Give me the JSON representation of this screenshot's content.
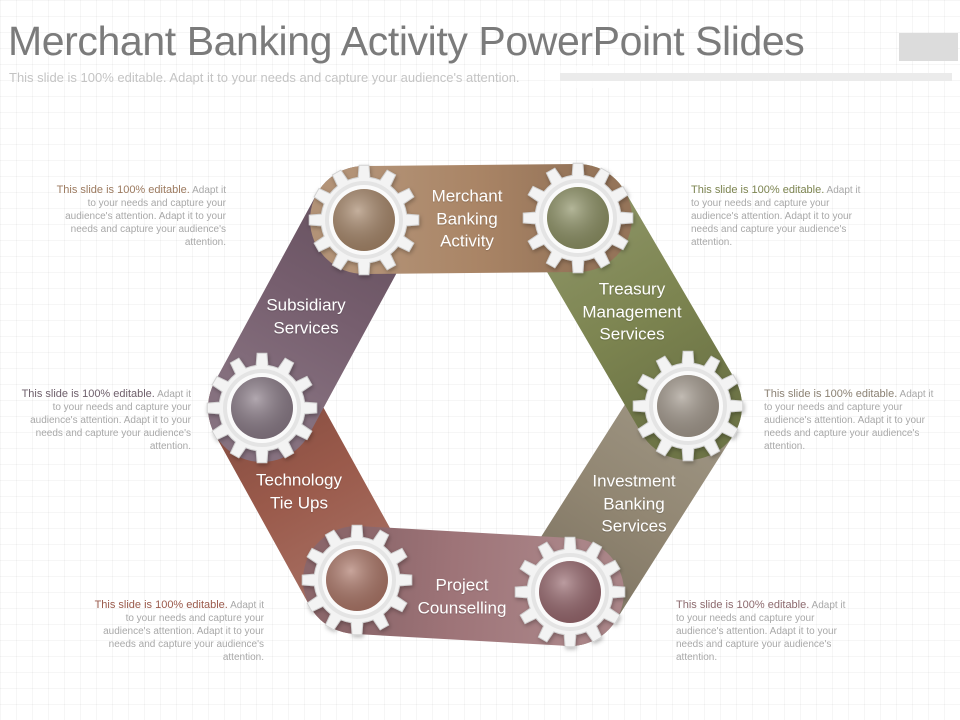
{
  "header": {
    "title": "Merchant Banking Activity PowerPoint Slides",
    "subtitle": "This slide is 100% editable. Adapt it to your needs and capture your audience's attention."
  },
  "segments": [
    {
      "label": "Merchant\nBanking\nActivity",
      "color": "#a98465"
    },
    {
      "label": "Treasury\nManagement\nServices",
      "color": "#7c8450"
    },
    {
      "label": "Investment\nBanking\nServices",
      "color": "#918672"
    },
    {
      "label": "Project\nCounselling",
      "color": "#9e7478"
    },
    {
      "label": "Technology\nTie Ups",
      "color": "#9a5a4b"
    },
    {
      "label": "Subsidiary\nServices",
      "color": "#765e6e"
    }
  ],
  "gear_hubs": [
    {
      "name": "gear-top-left",
      "color": "#a58568"
    },
    {
      "name": "gear-top-right",
      "color": "#8b8f62"
    },
    {
      "name": "gear-right",
      "color": "#a1978b"
    },
    {
      "name": "gear-bottom-right",
      "color": "#96666c"
    },
    {
      "name": "gear-bottom-left",
      "color": "#ab7566"
    },
    {
      "name": "gear-left",
      "color": "#887985"
    }
  ],
  "notes": [
    {
      "lead": "This slide is 100% editable.",
      "body": " Adapt it to your needs and capture your audience's attention. Adapt it to your needs and capture your audience's attention.",
      "lead_color": "#9c7a5f"
    },
    {
      "lead": "This slide is 100% editable.",
      "body": " Adapt it to your needs and capture your audience's attention. Adapt it to your needs and capture your audience's attention.",
      "lead_color": "#7c8450"
    },
    {
      "lead": "This slide is 100% editable.",
      "body": " Adapt it to your needs and capture your audience's attention. Adapt it to your needs and capture your audience's attention.",
      "lead_color": "#6e5f6b"
    },
    {
      "lead": "This slide is 100% editable.",
      "body": " Adapt it to your needs and capture your audience's attention. Adapt it to your needs and capture your audience's attention.",
      "lead_color": "#8c8274"
    },
    {
      "lead": "This slide is 100% editable.",
      "body": " Adapt it to your needs and capture your audience's attention. Adapt it to your needs and capture your audience's attention.",
      "lead_color": "#9a5a4b"
    },
    {
      "lead": "This slide is 100% editable.",
      "body": " Adapt it to your needs and capture your audience's attention. Adapt it to your needs and capture your audience's attention.",
      "lead_color": "#8c6a6e"
    }
  ]
}
